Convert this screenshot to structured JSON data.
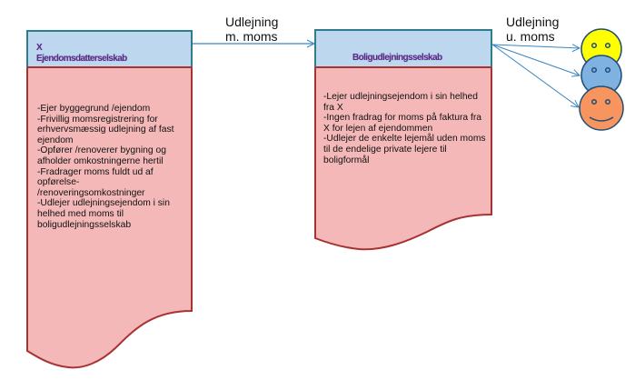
{
  "diagram": {
    "colors": {
      "header_fill": "#bdd7ee",
      "header_border": "#2e7d8c",
      "body_fill": "#f4b8b8",
      "body_border": "#a83232",
      "arrow": "#3a86c0",
      "title_text": "#5b2a86",
      "face_yellow": "#ffff00",
      "face_blue": "#7fb2e0",
      "face_orange": "#f8955e",
      "face_outline": "#1f4e79"
    },
    "box_left": {
      "title_line1": "X",
      "title_line2": "Ejendomsdatterselskab",
      "body": "-Ejer byggegrund /ejendom\n-Frivillig momsregistrering for erhvervsmæssig udlejning af fast ejendom\n-Opfører /renoverer bygning og afholder omkostningerne hertil\n-Fradrager moms fuldt ud af opførelse-\n/renoveringsomkostninger\n-Udlejer udlejningsejendom i sin helhed med moms til boligudlejningsselskab"
    },
    "box_right": {
      "title": "Boligudlejningsselskab",
      "body": "-Lejer udlejningsejendom i sin helhed fra X\n-Ingen fradrag for moms på faktura fra X for lejen af ejendommen\n-Udlejer de enkelte lejemål uden moms til de endelige private lejere til boligformål"
    },
    "arrow_label_1": "Udlejning\nm. moms",
    "arrow_label_2": "Udlejning\nu. moms",
    "tenants": [
      {
        "icon": "smiley-face-icon",
        "color": "yellow"
      },
      {
        "icon": "smiley-face-icon",
        "color": "blue"
      },
      {
        "icon": "smiley-face-icon",
        "color": "orange"
      }
    ]
  }
}
